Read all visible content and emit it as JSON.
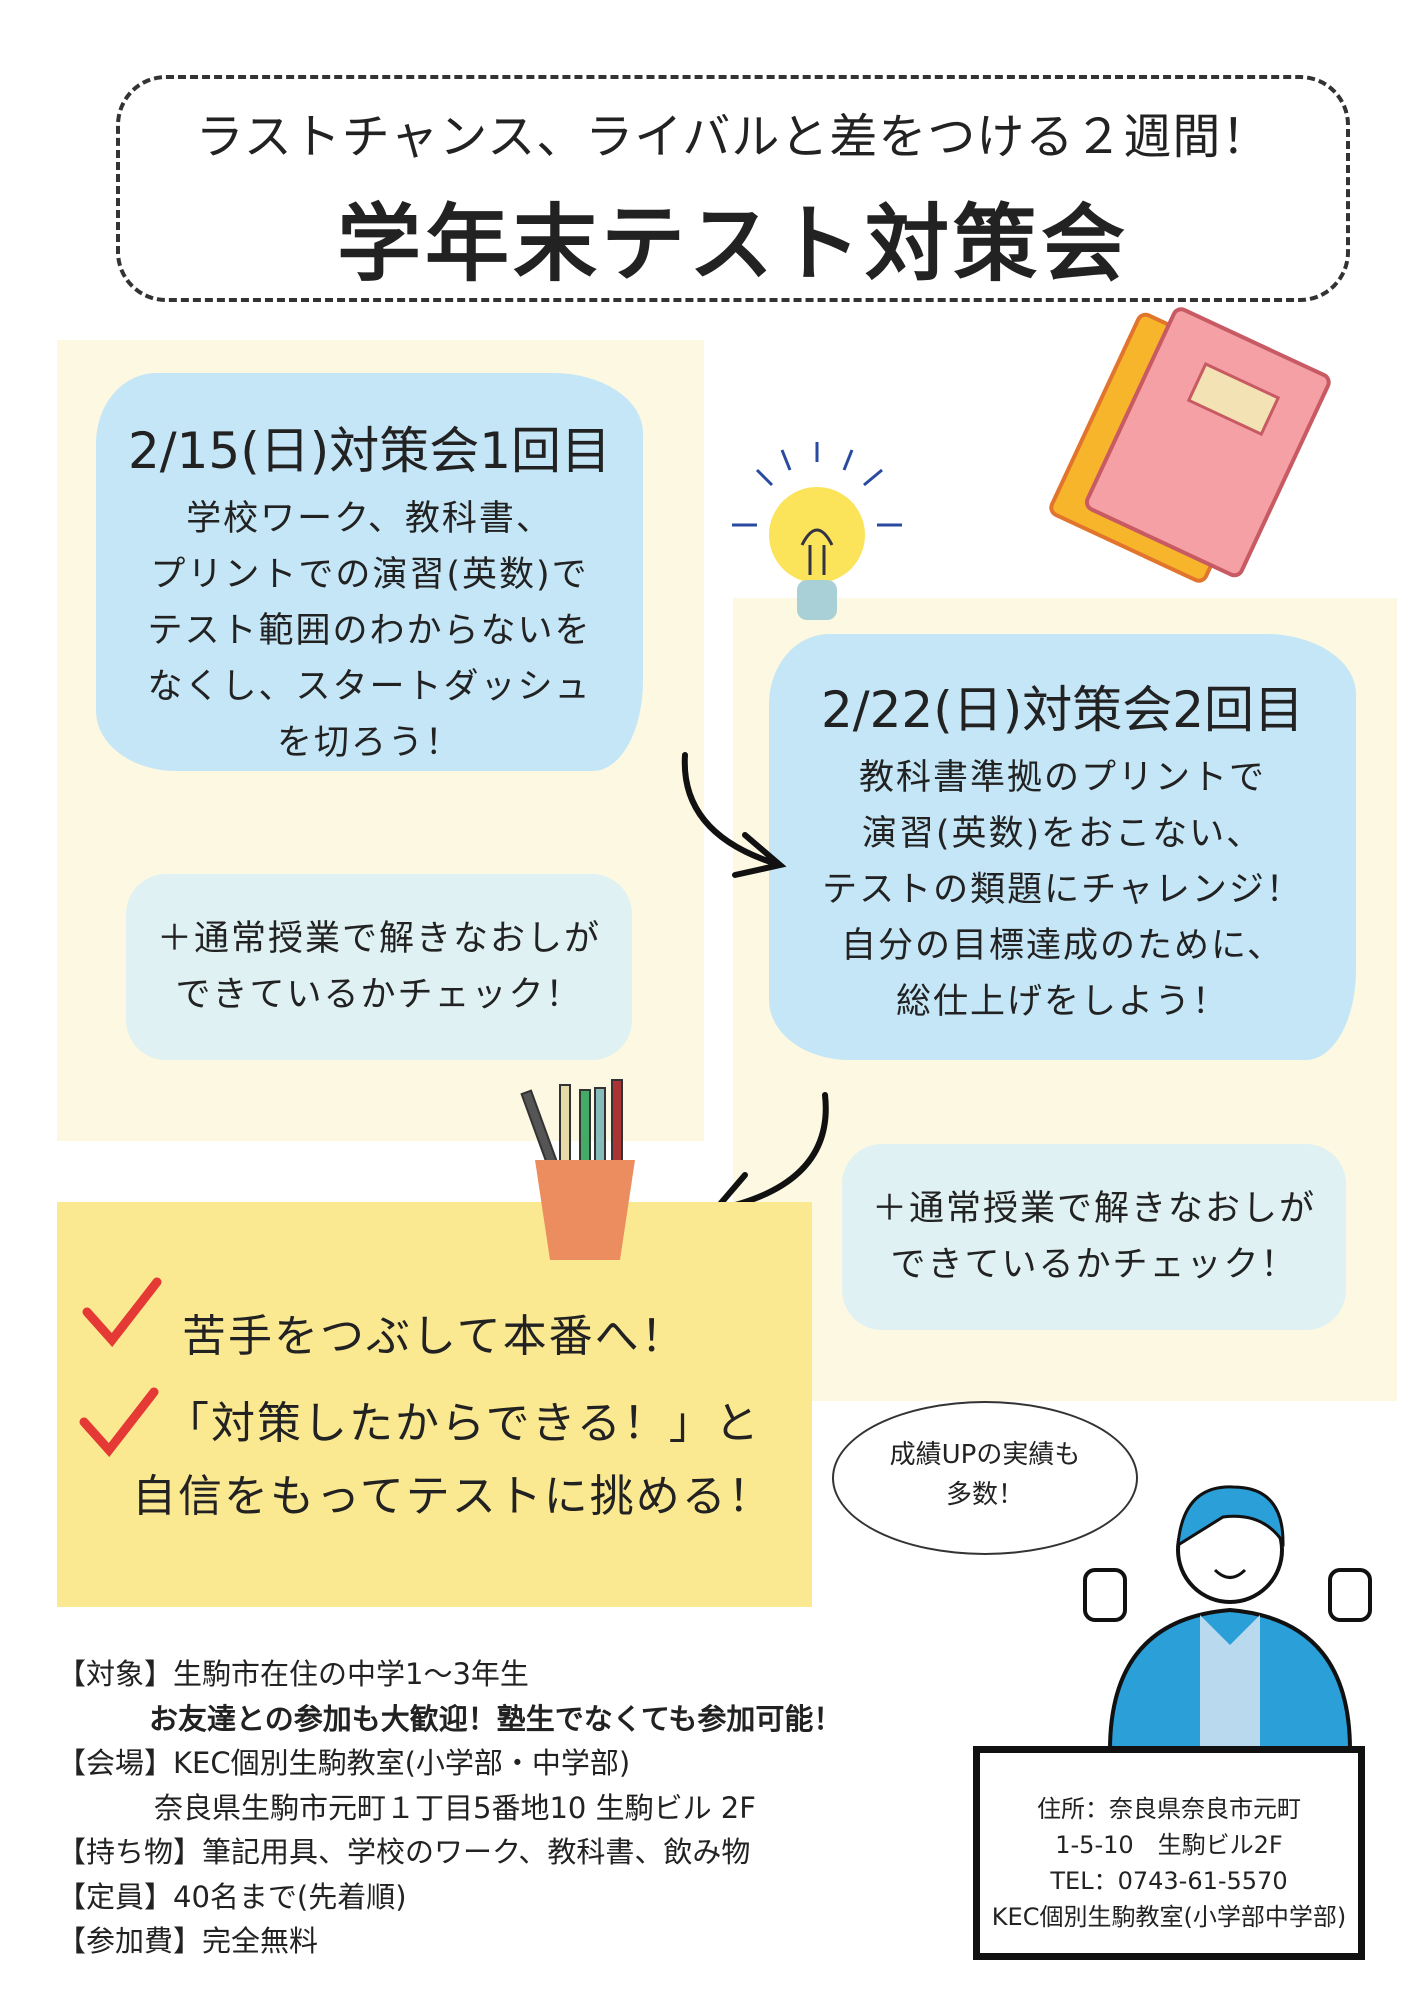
{
  "header": {
    "subtitle": "ラストチャンス、ライバルと差をつける２週間！",
    "title": "学年末テスト対策会"
  },
  "session1": {
    "heading": "2/15(日)対策会1回目",
    "lines": [
      "学校ワーク、教科書、",
      "プリントでの演習(英数)で",
      "テスト範囲のわからないを",
      "なくし、スタートダッシュ",
      "を切ろう！"
    ],
    "extra": [
      "＋通常授業で解きなおしが",
      "できているかチェック！"
    ]
  },
  "session2": {
    "heading": "2/22(日)対策会2回目",
    "lines": [
      "教科書準拠のプリントで",
      "演習(英数)をおこない、",
      "テストの類題にチャレンジ！",
      "自分の目標達成のために、",
      "総仕上げをしよう！"
    ],
    "extra": [
      "＋通常授業で解きなおしが",
      "できているかチェック！"
    ]
  },
  "checks": [
    "苦手をつぶして本番へ！",
    "「対策したからできる！」と",
    "自信をもってテストに挑める！"
  ],
  "speech": [
    "成績UPの実績も",
    "多数！"
  ],
  "info": [
    "【対象】生駒市在住の中学1〜3年生",
    "お友達との参加も大歓迎！塾生でなくても参加可能！",
    "【会場】KEC個別生駒教室(小学部・中学部)",
    "奈良県生駒市元町１丁目5番地10 生駒ビル 2F",
    "【持ち物】筆記用具、学校のワーク、教科書、飲み物",
    "【定員】40名まで(先着順)",
    "【参加費】完全無料"
  ],
  "contact": [
    "住所：奈良県奈良市元町",
    "1-5-10　生駒ビル2F",
    "TEL：0743-61-5570",
    "KEC個別生駒教室(小学部中学部)"
  ],
  "colors": {
    "panel": "#fdf8e1",
    "bubble": "#c4e6f6",
    "check_box": "#fbe992",
    "check_mark": "#e53935"
  }
}
